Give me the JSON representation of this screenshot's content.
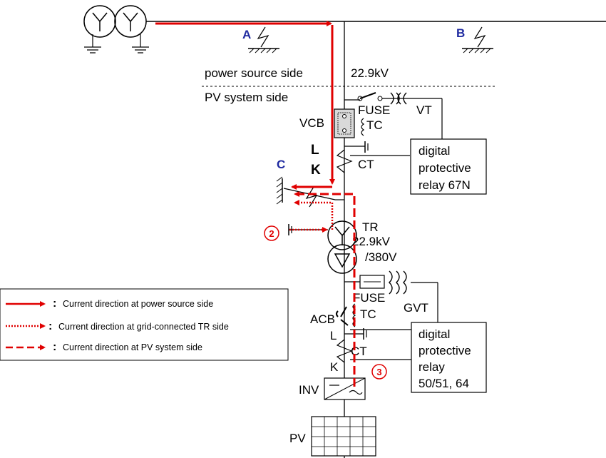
{
  "faults": {
    "a": "A",
    "b": "B",
    "c": "C"
  },
  "side_labels": {
    "source": "power source side",
    "pv": "PV system side"
  },
  "voltage": "22.9kV",
  "components": {
    "fuse_top": "FUSE",
    "vt": "VT",
    "vcb": "VCB",
    "tc_top": "TC",
    "l_top": "L",
    "k_top": "K",
    "ct_top": "CT",
    "tr": "TR",
    "tr_ratio_1": "22.9kV",
    "tr_ratio_2": "/380V",
    "fuse_bottom": "FUSE",
    "gvt": "GVT",
    "acb": "ACB",
    "tc_bottom": "TC",
    "l_bottom": "L",
    "ct_bottom": "CT",
    "k_bottom": "K",
    "inv": "INV",
    "pv": "PV"
  },
  "relays": {
    "top": [
      "digital",
      "protective",
      "relay 67N"
    ],
    "bottom": [
      "digital",
      "protective",
      "relay",
      "50/51, 64"
    ]
  },
  "markers": {
    "two": "2",
    "three": "3"
  },
  "legend": [
    {
      "colon": ":",
      "text": "Current direction at power source side",
      "style": "solid"
    },
    {
      "colon": ":",
      "text": "Current direction at grid-connected  TR  side",
      "style": "dotted"
    },
    {
      "colon": ":",
      "text": "Current direction at PV system side",
      "style": "dashed"
    }
  ],
  "colors": {
    "current": "#e00000",
    "fault_label": "#1f2aa0",
    "line": "#000000"
  }
}
